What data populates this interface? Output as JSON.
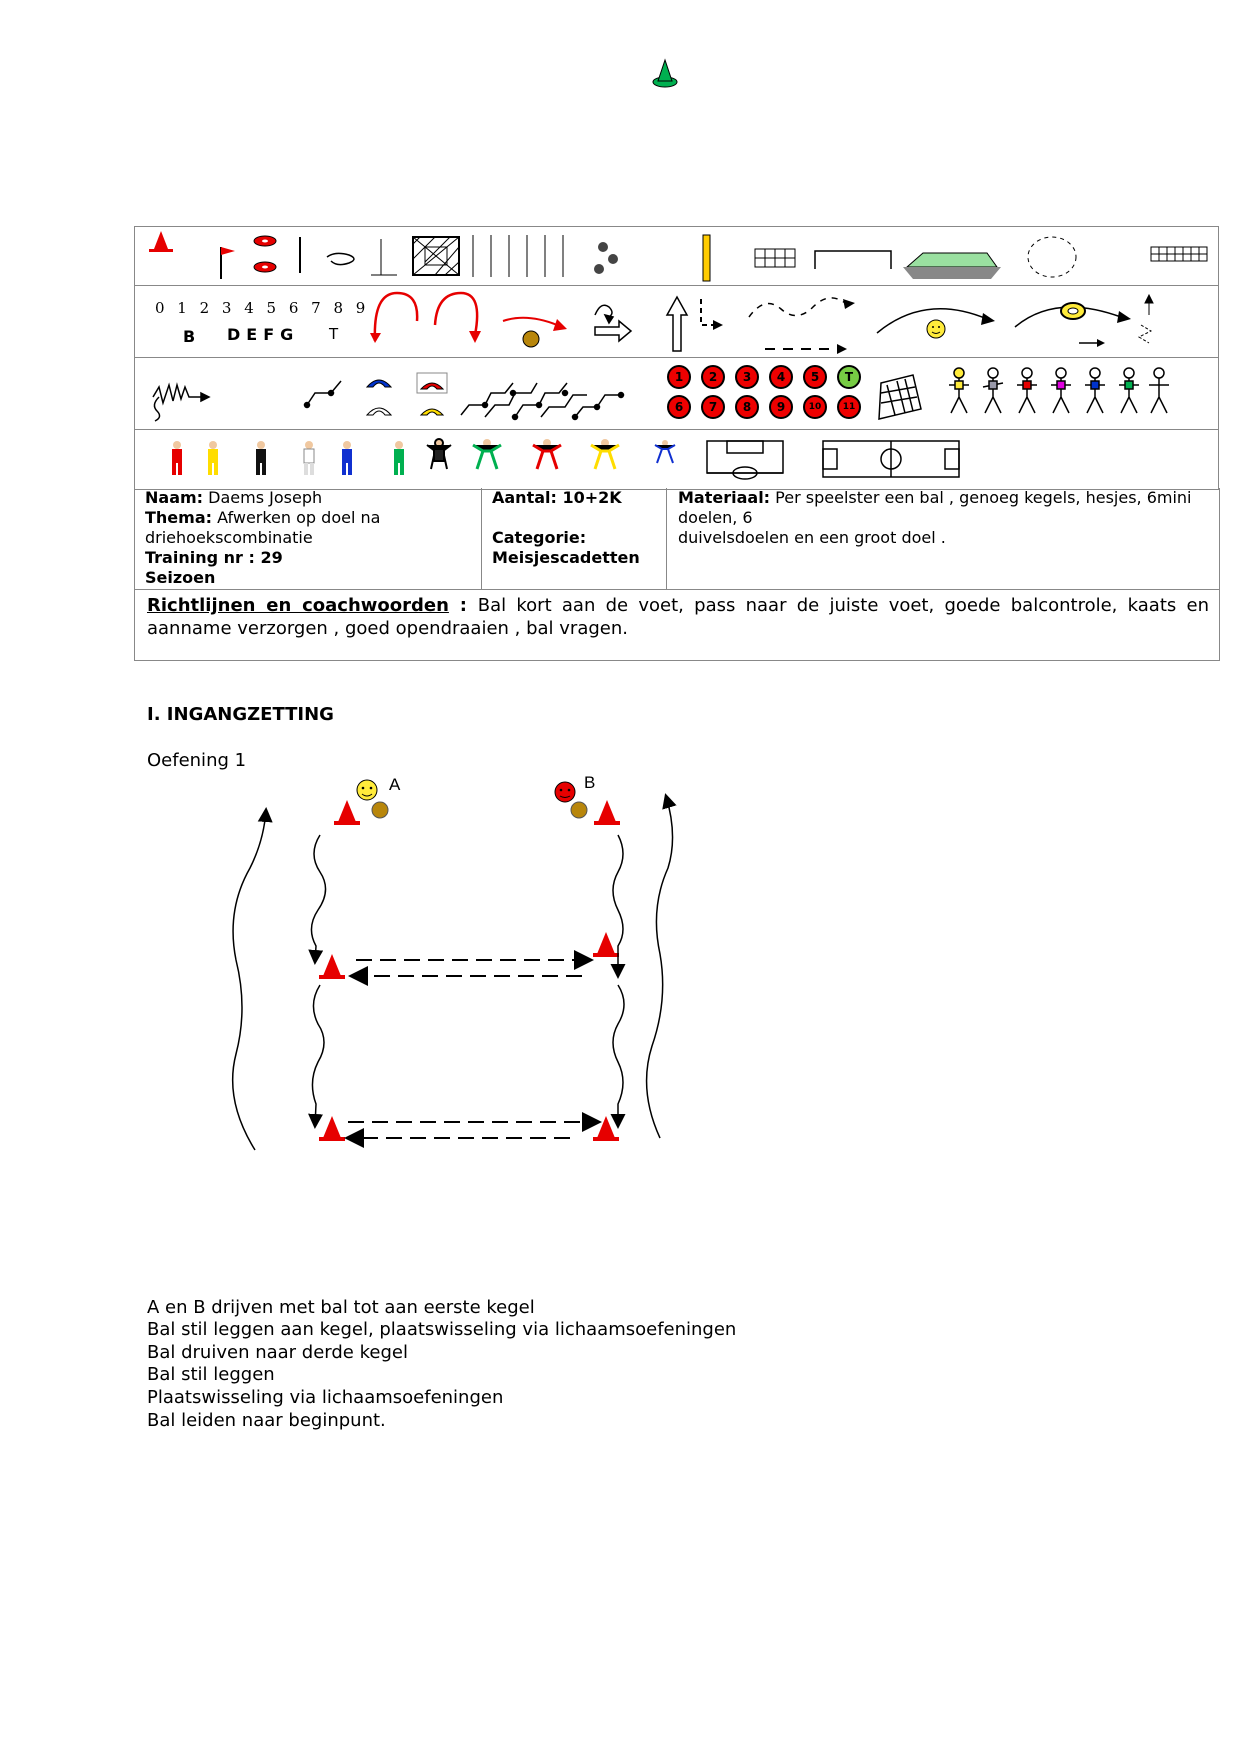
{
  "header": {
    "training_icon": "green-cone-icon"
  },
  "symbols": {
    "digits": "0 1 2 3 4 5 6 7 8 9",
    "letters_b": "B",
    "letters_defg": "DEFG",
    "letters_t": "T",
    "numbered_players": [
      "1",
      "2",
      "3",
      "4",
      "5",
      "T",
      "6",
      "7",
      "8",
      "9",
      "10",
      "11"
    ],
    "accent_red": "#e60000",
    "accent_green": "#7ccc44"
  },
  "info": {
    "naam_label": "Naam:",
    "naam_value": "Daems Joseph",
    "thema_label": "Thema:",
    "thema_value": " Afwerken op doel na driehoekscombinatie",
    "training_label": "Training nr : 29",
    "seizoen_label": "Seizoen",
    "aantal_label": "Aantal: 10+2K",
    "categorie_label": "Categorie:",
    "categorie_value": "Meisjescadetten",
    "materiaal_label": "Materiaal:",
    "materiaal_value": "Per speelster een bal , genoeg kegels, hesjes, 6mini doelen, 6",
    "materiaal_value2": " duivelsdoelen en een groot doel ."
  },
  "guidelines": {
    "title": "Richtlijnen en coachwoorden",
    "separator": " : ",
    "text": "Bal kort aan de voet, pass naar de juiste voet, goede balcontrole, kaats en aanname verzorgen , goed opendraaien , bal vragen."
  },
  "section": {
    "heading": "I. INGANGZETTING",
    "exercise": "Oefening 1",
    "player_a": "A",
    "player_b": "B"
  },
  "description": [
    "A en B drijven met bal tot aan eerste kegel",
    "Bal stil leggen aan kegel, plaatswisseling via lichaamsoefeningen",
    "Bal druiven naar derde kegel",
    "Bal stil leggen",
    "Plaatswisseling via lichaamsoefeningen",
    "Bal leiden naar beginpunt."
  ]
}
